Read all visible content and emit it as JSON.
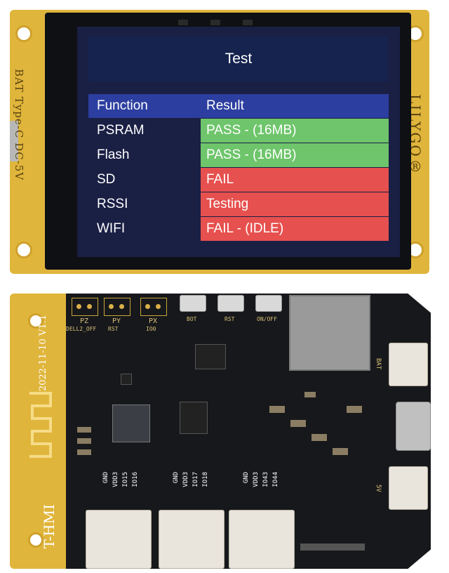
{
  "board_top": {
    "silk_left": "BAT  Type-C  DC-5V",
    "silk_right": "LILYGO",
    "silk_right_mark": "®"
  },
  "screen": {
    "title": "Test",
    "table": {
      "header": {
        "function": "Function",
        "result": "Result"
      },
      "rows": [
        {
          "function": "PSRAM",
          "result": "PASS - (16MB)",
          "status": "pass"
        },
        {
          "function": "Flash",
          "result": "PASS - (16MB)",
          "status": "pass"
        },
        {
          "function": "SD",
          "result": "FAIL",
          "status": "fail"
        },
        {
          "function": "RSSI",
          "result": "Testing",
          "status": "fail"
        },
        {
          "function": "WIFI",
          "result": "FAIL - (IDLE)",
          "status": "fail"
        }
      ]
    },
    "colors": {
      "pass": "#6ec56b",
      "fail": "#e6504e",
      "header": "#2c3ea0",
      "title_bar": "#16234f"
    }
  },
  "board_bottom": {
    "silk_name": "T-HMI",
    "silk_date": "2022-11-10  V1.1",
    "pads": [
      {
        "label": "PZ",
        "sub": "DELL2_OFF"
      },
      {
        "label": "PY",
        "sub": "RST"
      },
      {
        "label": "PX",
        "sub": "IO0"
      }
    ],
    "buttons": [
      "BOT",
      "RST",
      "ON/OFF"
    ],
    "pin_groups": [
      [
        "GND",
        "VDD3",
        "IO15",
        "IO16"
      ],
      [
        "GND",
        "VDD3",
        "IO17",
        "IO18"
      ],
      [
        "GND",
        "VDD3",
        "IO43",
        "IO44"
      ]
    ],
    "side_labels": [
      "BAT",
      "5V"
    ]
  }
}
